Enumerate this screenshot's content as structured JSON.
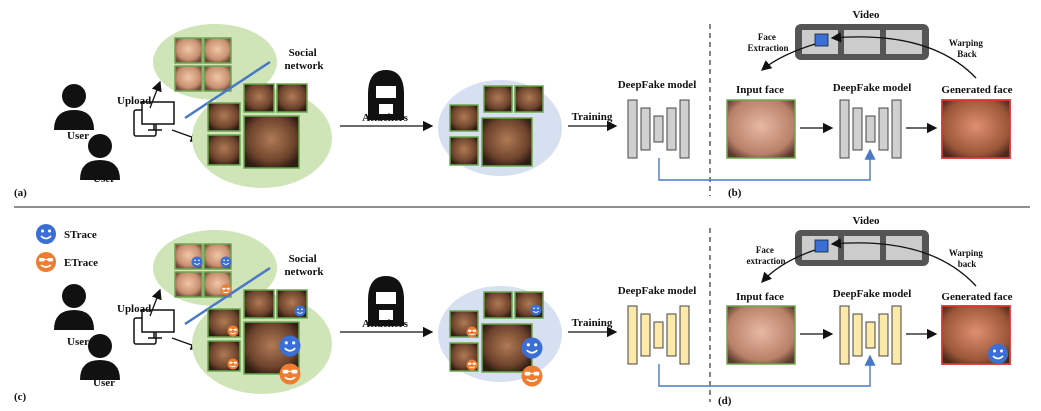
{
  "panel_a": {
    "user_top": "User",
    "user_bottom": "User",
    "upload": "Upload",
    "social_network": [
      "Social",
      "network"
    ],
    "attackers": "Attackers",
    "training": "Training",
    "deepfake_model": "DeepFake model",
    "panel_label": "(a)"
  },
  "panel_b": {
    "video": "Video",
    "face_extraction": [
      "Face",
      "Extraction"
    ],
    "warping_back": [
      "Warping",
      "Back"
    ],
    "input_face": "Input face",
    "deepfake_model": "DeepFake model",
    "generated_face": "Generated face",
    "panel_label": "(b)"
  },
  "legend": {
    "strace": "STrace",
    "etrace": "ETrace",
    "strace_color": "#3b6fd6",
    "etrace_color": "#ee7d31"
  },
  "panel_c": {
    "user_top": "User",
    "user_bottom": "User",
    "upload": "Upload",
    "social_network": [
      "Social",
      "network"
    ],
    "attackers": "Attackers",
    "training": "Training",
    "deepfake_model": "DeepFake model",
    "panel_label": "(c)"
  },
  "panel_d": {
    "video": "Video",
    "face_extraction": [
      "Face",
      "extraction"
    ],
    "warping_back": [
      "Warping",
      "back"
    ],
    "input_face": "Input face",
    "deepfake_model": "DeepFake model",
    "generated_face": "Generated face",
    "panel_label": "(d)"
  },
  "colors": {
    "green_blob": "#cfe5b8",
    "blue_blob": "#d6e0f0",
    "gray_model": "#d0d0d0",
    "yellow_model": "#fde9a8",
    "arrow_blue": "#4a78c8",
    "face_border": "#6aa84f",
    "generated_border": "#d33"
  }
}
